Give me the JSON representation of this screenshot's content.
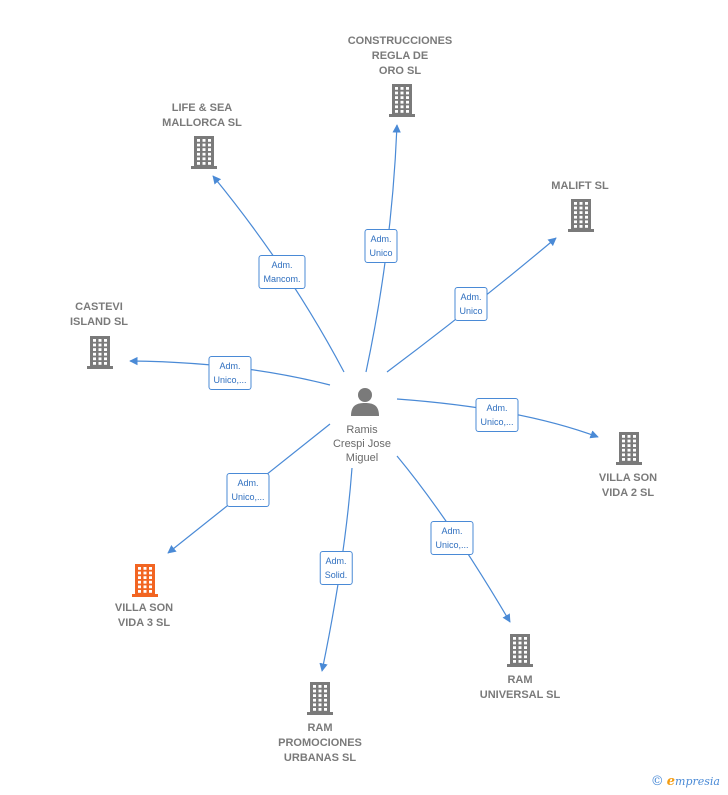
{
  "person": {
    "name": "Ramis\nCrespi Jose\nMiguel"
  },
  "companies": [
    {
      "name": "CONSTRUCCIONES\nREGLA DE\nORO SL",
      "highlight": false
    },
    {
      "name": "LIFE & SEA\nMALLORCA  SL",
      "highlight": false
    },
    {
      "name": "MALIFT SL",
      "highlight": false
    },
    {
      "name": "CASTEVI\nISLAND  SL",
      "highlight": false
    },
    {
      "name": "VILLA SON\nVIDA 2  SL",
      "highlight": false
    },
    {
      "name": "VILLA SON\nVIDA 3  SL",
      "highlight": true
    },
    {
      "name": "RAM\nUNIVERSAL SL",
      "highlight": false
    },
    {
      "name": "RAM\nPROMOCIONES\nURBANAS SL",
      "highlight": false
    }
  ],
  "relations": [
    {
      "label": "Adm.\nUnico"
    },
    {
      "label": "Adm.\nMancom."
    },
    {
      "label": "Adm.\nUnico"
    },
    {
      "label": "Adm.\nUnico,..."
    },
    {
      "label": "Adm.\nUnico,..."
    },
    {
      "label": "Adm.\nUnico,..."
    },
    {
      "label": "Adm.\nUnico,..."
    },
    {
      "label": "Adm.\nSolid."
    }
  ],
  "colors": {
    "edge": "#4a8ad6",
    "building": "#7a7a7a",
    "highlight": "#f26522"
  },
  "footer": {
    "copyright_symbol": "©",
    "brand_initial": "e",
    "brand_rest": "mpresia"
  }
}
